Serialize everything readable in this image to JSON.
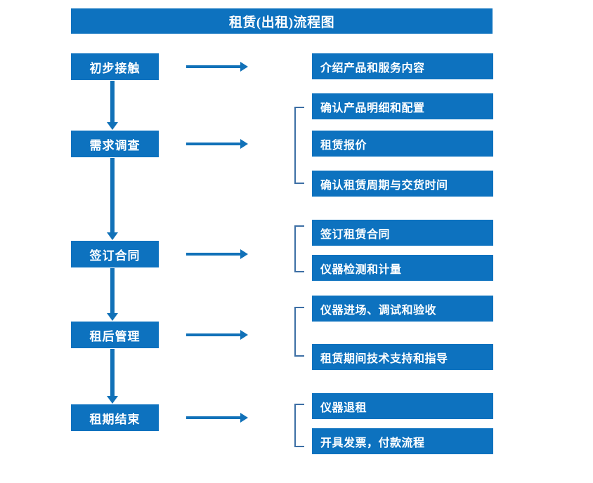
{
  "diagram": {
    "title": "租赁(出租)流程图",
    "colors": {
      "box_fill": "#0d72bf",
      "box_text": "#ffffff",
      "arrow": "#1171b8",
      "bracket": "#3d6fa5",
      "background": "#ffffff"
    },
    "stages": [
      {
        "label": "初步接触"
      },
      {
        "label": "需求调查"
      },
      {
        "label": "签订合同"
      },
      {
        "label": "租后管理"
      },
      {
        "label": "租期结束"
      }
    ],
    "details": [
      {
        "label": "介绍产品和服务内容"
      },
      {
        "label": "确认产品明细和配置"
      },
      {
        "label": "租赁报价"
      },
      {
        "label": "确认租赁周期与交货时间"
      },
      {
        "label": "签订租赁合同"
      },
      {
        "label": "仪器检测和计量"
      },
      {
        "label": "仪器进场、调试和验收"
      },
      {
        "label": "租赁期间技术支持和指导"
      },
      {
        "label": "仪器退租"
      },
      {
        "label": "开具发票，付款流程"
      }
    ]
  }
}
